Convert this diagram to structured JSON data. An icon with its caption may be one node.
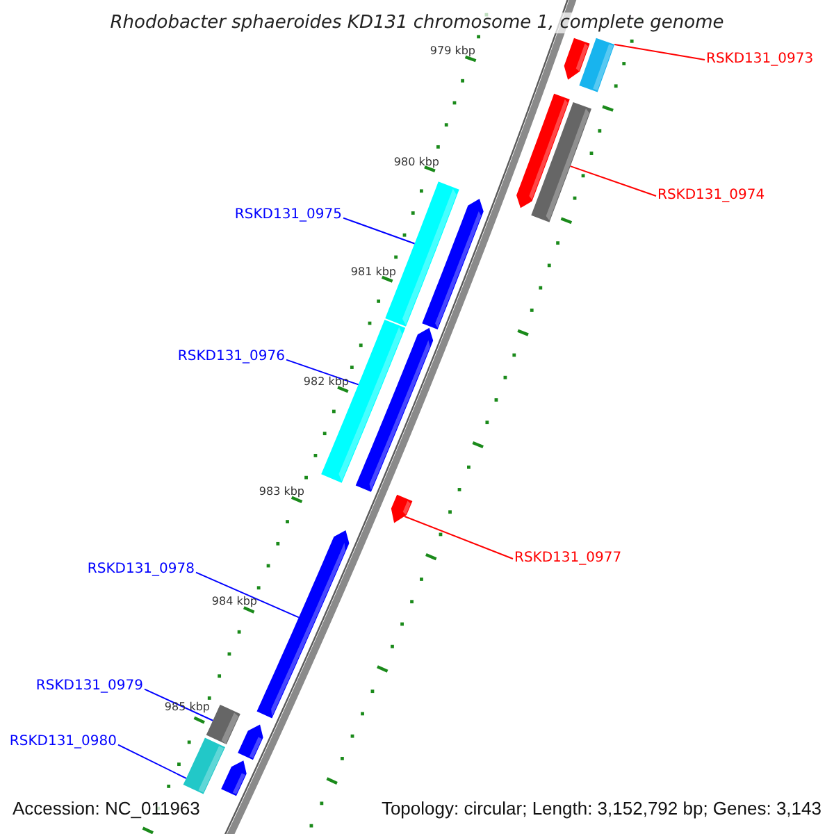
{
  "diagram": {
    "title": "Rhodobacter sphaeroides KD131 chromosome 1, complete genome",
    "nodes": [
      {
        "text": [
          "RSKD131_0973"
        ]
      },
      {
        "text": [],
        "shape": "arrow"
      },
      {
        "text": [],
        "shape": "bar"
      },
      {
        "text": [
          "RSKD131_0974"
        ]
      },
      {
        "text": [],
        "shape": "arrow"
      },
      {
        "text": [],
        "shape": "bar"
      },
      {
        "text": [
          "RSKD131_0975"
        ]
      },
      {
        "text": [],
        "shape": "bar"
      },
      {
        "text": [],
        "shape": "arrow"
      },
      {
        "text": [
          "RSKD131_0976"
        ]
      },
      {
        "text": [],
        "shape": "bar"
      },
      {
        "text": [],
        "shape": "arrow"
      },
      {
        "text": [
          "RSKD131_0977"
        ]
      },
      {
        "text": [],
        "shape": "arrow"
      },
      {
        "text": [
          "RSKD131_0978"
        ]
      },
      {
        "text": [],
        "shape": "arrow"
      },
      {
        "text": [
          "RSKD131_0979"
        ]
      },
      {
        "text": [],
        "shape": "bar"
      },
      {
        "text": [],
        "shape": "arrow"
      },
      {
        "text": [
          "RSKD131_0980"
        ]
      },
      {
        "text": [],
        "shape": "bar"
      },
      {
        "text": [],
        "shape": "arrow"
      }
    ],
    "edges": [
      {
        "from": 0,
        "to": 2,
        "arrow": "none",
        "color": "#ff0000"
      },
      {
        "from": 3,
        "to": 5,
        "arrow": "none",
        "color": "#ff0000"
      },
      {
        "from": 6,
        "to": 7,
        "arrow": "none"
      },
      {
        "from": 9,
        "to": 10,
        "arrow": "none"
      },
      {
        "from": 12,
        "to": 13,
        "arrow": "none",
        "color": "#ff0000"
      },
      {
        "from": 14,
        "to": 15,
        "arrow": "none"
      },
      {
        "from": 16,
        "to": 17,
        "arrow": "none"
      },
      {
        "from": 19,
        "to": 20,
        "arrow": "none"
      }
    ],
    "labels": [
      "979 kbp",
      "980 kbp",
      "981 kbp",
      "982 kbp",
      "983 kbp",
      "984 kbp",
      "985 kbp",
      "Accession: NC_011963",
      "Topology: circular; Length: 3,152,792 bp; Genes: 3,143"
    ]
  }
}
